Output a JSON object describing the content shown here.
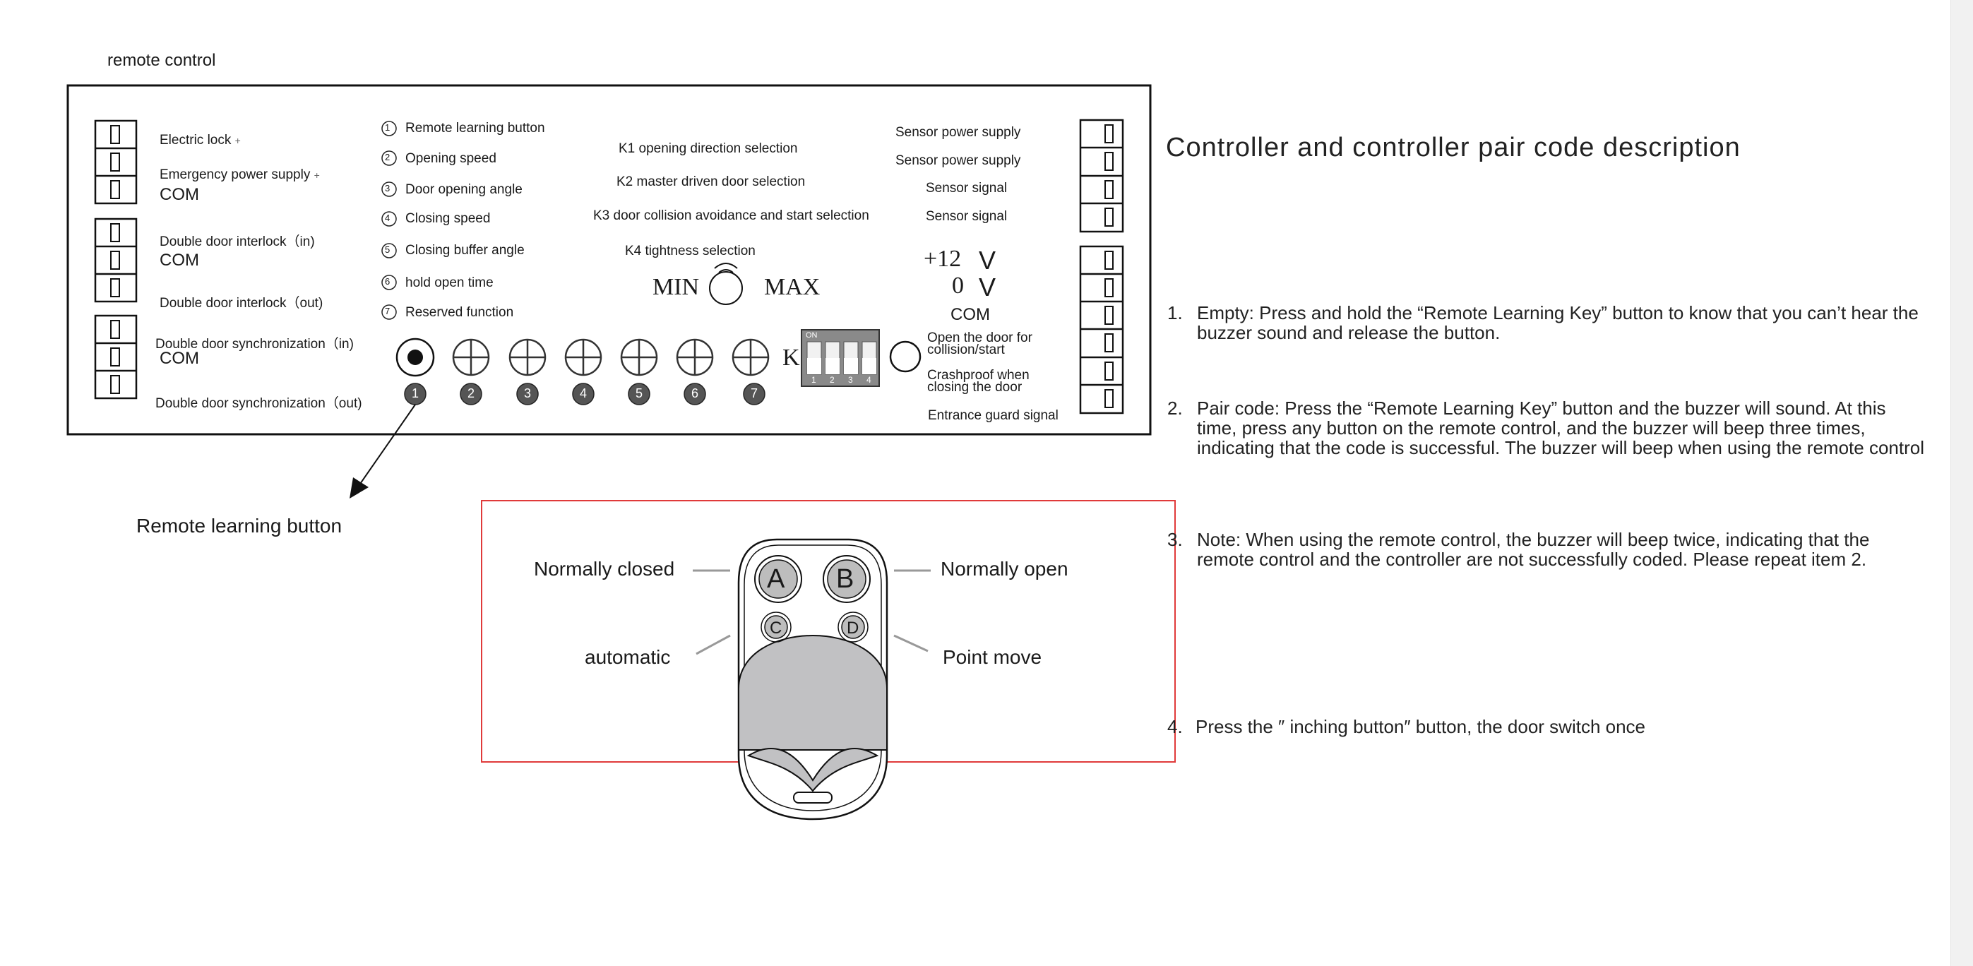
{
  "remote_control_caption": "remote control",
  "board": {
    "left_labels": [
      {
        "text": "Electric lock",
        "sup": "+"
      },
      {
        "text": "Emergency power supply",
        "sup": "+"
      },
      {
        "text": "COM"
      },
      {
        "text": "Double door interlock（in)"
      },
      {
        "text": "COM"
      },
      {
        "text": "Double door interlock（out)"
      },
      {
        "text": "Double door synchronization（in)"
      },
      {
        "text": "COM"
      },
      {
        "text": "Double door synchronization（out)"
      }
    ],
    "functions": [
      {
        "num": "1",
        "text": "Remote learning button"
      },
      {
        "num": "2",
        "text": "Opening speed"
      },
      {
        "num": "3",
        "text": "Door opening angle"
      },
      {
        "num": "4",
        "text": "Closing speed"
      },
      {
        "num": "5",
        "text": "Closing buffer angle"
      },
      {
        "num": "6",
        "text": "hold open time"
      },
      {
        "num": "7",
        "text": "Reserved function"
      }
    ],
    "k_labels": [
      "K1 opening direction selection",
      "K2 master driven door selection",
      "K3 door collision avoidance and start selection",
      "K4 tightness selection"
    ],
    "min_label": "MIN",
    "max_label": "MAX",
    "dip_label": "K",
    "dip_on": "ON",
    "dip_numbers": [
      "1",
      "2",
      "3",
      "4"
    ],
    "button_numbers": [
      "1",
      "2",
      "3",
      "4",
      "5",
      "6",
      "7"
    ],
    "right_labels": [
      "Sensor power supply",
      "Sensor power supply",
      "Sensor signal",
      "Sensor signal"
    ],
    "voltage_12": "+12",
    "voltage_0": "0",
    "voltage_unit": "V",
    "com_label": "COM",
    "collision_label": [
      "Open the door for",
      "collision/start"
    ],
    "crashproof_label": [
      "Crashproof when",
      "closing the door"
    ],
    "entrance_label": "Entrance guard signal"
  },
  "remote_learning_caption": "Remote learning button",
  "remote": {
    "key_a": "A",
    "key_b": "B",
    "key_c": "C",
    "key_d": "D",
    "normally_closed": "Normally closed",
    "normally_open": "Normally open",
    "automatic": "automatic",
    "point_move": "Point move",
    "highlight_color": "#e03a3a"
  },
  "instructions": {
    "title": "Controller and controller pair code description",
    "items": [
      {
        "num": "1.",
        "text": "Empty: Press and hold the “Remote Learning Key” button to know that you can’t hear the buzzer sound and release the button."
      },
      {
        "num": "2.",
        "text": "Pair code: Press the “Remote Learning Key” button and the buzzer will sound. At this time, press any button on the remote control, and the buzzer will beep three times, indicating that the code is successful. The buzzer will beep when using the remote control"
      },
      {
        "num": "3.",
        "text": "Note: When using the remote control, the buzzer will beep twice, indicating that the remote control and the controller are not successfully coded. Please repeat item 2."
      },
      {
        "num": "4.",
        "text": "Press the ″ inching button″ button, the door switch once"
      }
    ]
  }
}
